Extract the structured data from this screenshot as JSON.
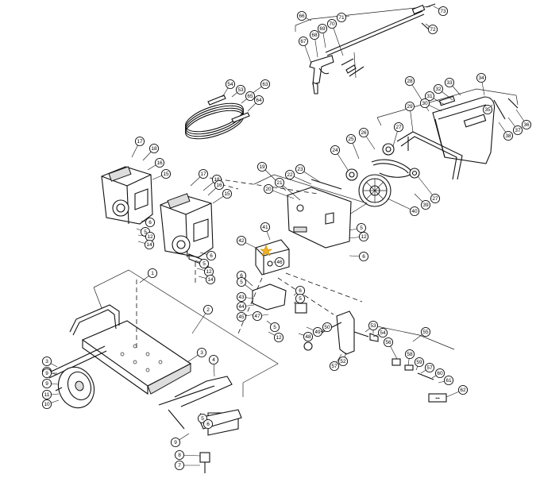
{
  "diagram": {
    "callouts": [
      {
        "id": "c66",
        "label": "66"
      },
      {
        "id": "c71",
        "label": "71"
      },
      {
        "id": "c73",
        "label": "73"
      },
      {
        "id": "c72",
        "label": "72"
      },
      {
        "id": "c69",
        "label": "69"
      },
      {
        "id": "c70",
        "label": "70"
      },
      {
        "id": "c68",
        "label": "68"
      },
      {
        "id": "c67",
        "label": "67"
      },
      {
        "id": "c54a",
        "label": "54"
      },
      {
        "id": "c63",
        "label": "63"
      },
      {
        "id": "c53a",
        "label": "53"
      },
      {
        "id": "c65",
        "label": "65"
      },
      {
        "id": "c64",
        "label": "64"
      },
      {
        "id": "c28",
        "label": "28"
      },
      {
        "id": "c34",
        "label": "34"
      },
      {
        "id": "c32",
        "label": "32"
      },
      {
        "id": "c33",
        "label": "33"
      },
      {
        "id": "c31",
        "label": "31"
      },
      {
        "id": "c30",
        "label": "30"
      },
      {
        "id": "c35",
        "label": "35"
      },
      {
        "id": "c29",
        "label": "29"
      },
      {
        "id": "c37",
        "label": "37"
      },
      {
        "id": "c36",
        "label": "36"
      },
      {
        "id": "c38",
        "label": "38"
      },
      {
        "id": "c26",
        "label": "26"
      },
      {
        "id": "c27a",
        "label": "27"
      },
      {
        "id": "c25",
        "label": "25"
      },
      {
        "id": "c24",
        "label": "24"
      },
      {
        "id": "c27b",
        "label": "27"
      },
      {
        "id": "c39",
        "label": "39"
      },
      {
        "id": "c40",
        "label": "40"
      },
      {
        "id": "c17a",
        "label": "17"
      },
      {
        "id": "c18a",
        "label": "18"
      },
      {
        "id": "c16a",
        "label": "16"
      },
      {
        "id": "c15a",
        "label": "15"
      },
      {
        "id": "c17b",
        "label": "17"
      },
      {
        "id": "c18b",
        "label": "18"
      },
      {
        "id": "c16b",
        "label": "16"
      },
      {
        "id": "c15b",
        "label": "15"
      },
      {
        "id": "c6a",
        "label": "6"
      },
      {
        "id": "c5a",
        "label": "5"
      },
      {
        "id": "c12a",
        "label": "12"
      },
      {
        "id": "c14a",
        "label": "14"
      },
      {
        "id": "c6b",
        "label": "6"
      },
      {
        "id": "c5b",
        "label": "5"
      },
      {
        "id": "c12b",
        "label": "12"
      },
      {
        "id": "c14b",
        "label": "14"
      },
      {
        "id": "c19",
        "label": "19"
      },
      {
        "id": "c22",
        "label": "22"
      },
      {
        "id": "c23",
        "label": "23"
      },
      {
        "id": "c20",
        "label": "20"
      },
      {
        "id": "c21",
        "label": "21"
      },
      {
        "id": "c41",
        "label": "41"
      },
      {
        "id": "c42",
        "label": "42"
      },
      {
        "id": "c46",
        "label": "46"
      },
      {
        "id": "c5c",
        "label": "5"
      },
      {
        "id": "c12c",
        "label": "12"
      },
      {
        "id": "c6c",
        "label": "6"
      },
      {
        "id": "c1",
        "label": "1"
      },
      {
        "id": "c2",
        "label": "2"
      },
      {
        "id": "c6d",
        "label": "6"
      },
      {
        "id": "c5d",
        "label": "5"
      },
      {
        "id": "c43",
        "label": "43"
      },
      {
        "id": "c44",
        "label": "44"
      },
      {
        "id": "c45",
        "label": "45"
      },
      {
        "id": "c47",
        "label": "47"
      },
      {
        "id": "c5e",
        "label": "5"
      },
      {
        "id": "c12d",
        "label": "12"
      },
      {
        "id": "c49",
        "label": "49"
      },
      {
        "id": "c48",
        "label": "48"
      },
      {
        "id": "c6e",
        "label": "6"
      },
      {
        "id": "c5f",
        "label": "5"
      },
      {
        "id": "c50",
        "label": "50"
      },
      {
        "id": "c53b",
        "label": "53"
      },
      {
        "id": "c54b",
        "label": "54"
      },
      {
        "id": "c55",
        "label": "55"
      },
      {
        "id": "c56",
        "label": "56"
      },
      {
        "id": "c58",
        "label": "58"
      },
      {
        "id": "c59",
        "label": "59"
      },
      {
        "id": "c57a",
        "label": "57"
      },
      {
        "id": "c60",
        "label": "60"
      },
      {
        "id": "c61",
        "label": "61"
      },
      {
        "id": "c62",
        "label": "62"
      },
      {
        "id": "c57b",
        "label": "57"
      },
      {
        "id": "c52",
        "label": "52"
      },
      {
        "id": "c3a",
        "label": "3"
      },
      {
        "id": "c3b",
        "label": "3"
      },
      {
        "id": "c9a",
        "label": "9"
      },
      {
        "id": "c11",
        "label": "11"
      },
      {
        "id": "c10",
        "label": "10"
      },
      {
        "id": "c9b",
        "label": "9"
      },
      {
        "id": "c3c",
        "label": "3"
      },
      {
        "id": "c4",
        "label": "4"
      },
      {
        "id": "c5g",
        "label": "5"
      },
      {
        "id": "c6f",
        "label": "6"
      },
      {
        "id": "c9c",
        "label": "9"
      },
      {
        "id": "c8",
        "label": "8"
      },
      {
        "id": "c7",
        "label": "7"
      }
    ]
  }
}
